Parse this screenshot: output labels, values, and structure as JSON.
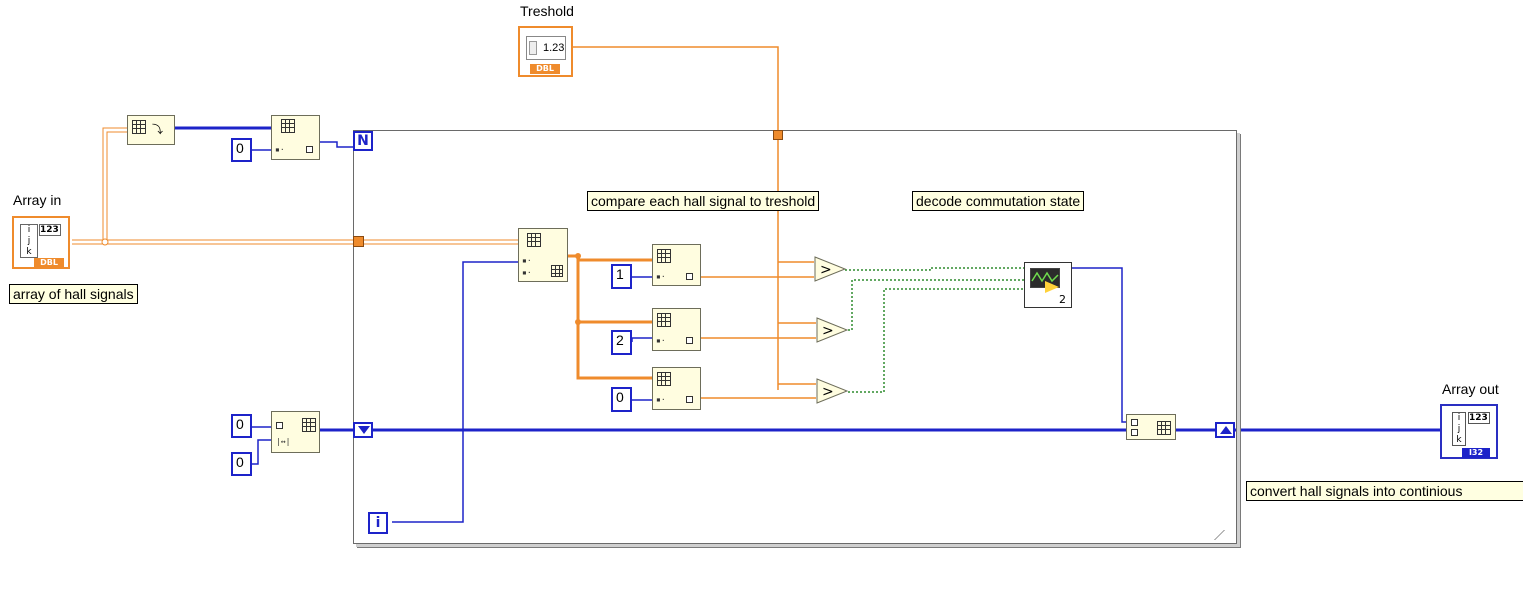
{
  "labels": {
    "treshold": "Treshold",
    "array_in": "Array in",
    "array_out": "Array out"
  },
  "comments": {
    "hall_signals": "array of hall signals",
    "compare": "compare each hall signal to treshold",
    "decode": "decode commutation state",
    "convert": "convert hall signals into continious"
  },
  "constants": {
    "index_top": "0",
    "init_a": "0",
    "init_b": "0",
    "idx_1": "1",
    "idx_2": "2",
    "idx_0": "0"
  },
  "terminals": {
    "treshold_value": "1.23",
    "treshold_type": "DBL",
    "array_in_value": "123",
    "array_in_type": "DBL",
    "array_out_value": "123",
    "array_out_type": "I32",
    "loop_count": "N",
    "loop_iteration": "i",
    "subvi_number": "2"
  },
  "colors": {
    "dbl_wire": "#ef8b2c",
    "int_wire": "#1d23c9",
    "bool_wire": "#2e8b2e"
  }
}
